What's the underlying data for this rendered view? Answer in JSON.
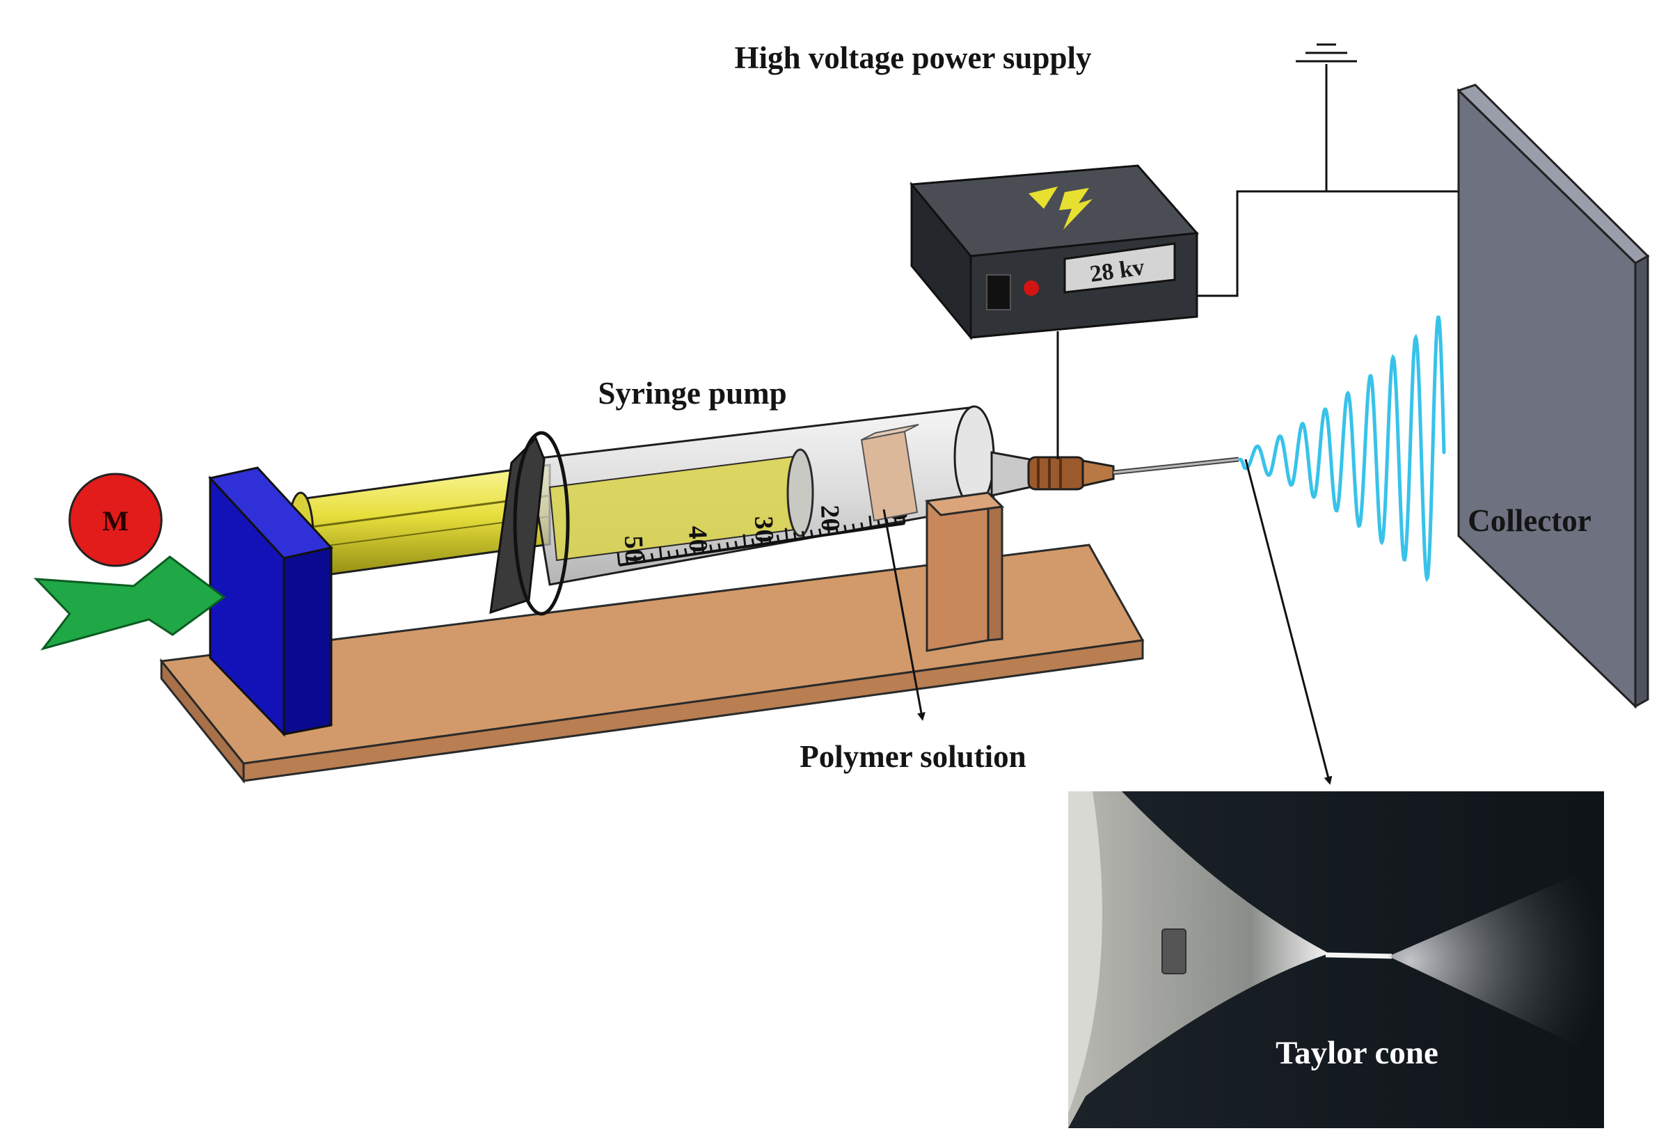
{
  "labels": {
    "power_supply": "High voltage power supply",
    "syringe_pump": "Syringe pump",
    "collector": "Collector",
    "polymer_solution": "Polymer solution",
    "taylor_cone": "Taylor cone"
  },
  "motor_letter": "M",
  "display_reading": "28 kv",
  "syringe_scale": [
    "50",
    "40",
    "30",
    "20",
    "10"
  ],
  "icons": {
    "motor": "motor-circle-icon",
    "push_arrow": "green-arrow-icon",
    "ground": "ground-symbol-icon",
    "hazard": "lightning-hazard-icon"
  },
  "colors": {
    "background": "#ffffff",
    "pusher_block": "#1010b8",
    "plunger": "#e8e040",
    "base": "#d29a6a",
    "power_box": "#2f3236",
    "collector": "#6d7180",
    "jet": "#38c2ea",
    "motor": "#e21b1b",
    "arrow": "#1fa845"
  }
}
